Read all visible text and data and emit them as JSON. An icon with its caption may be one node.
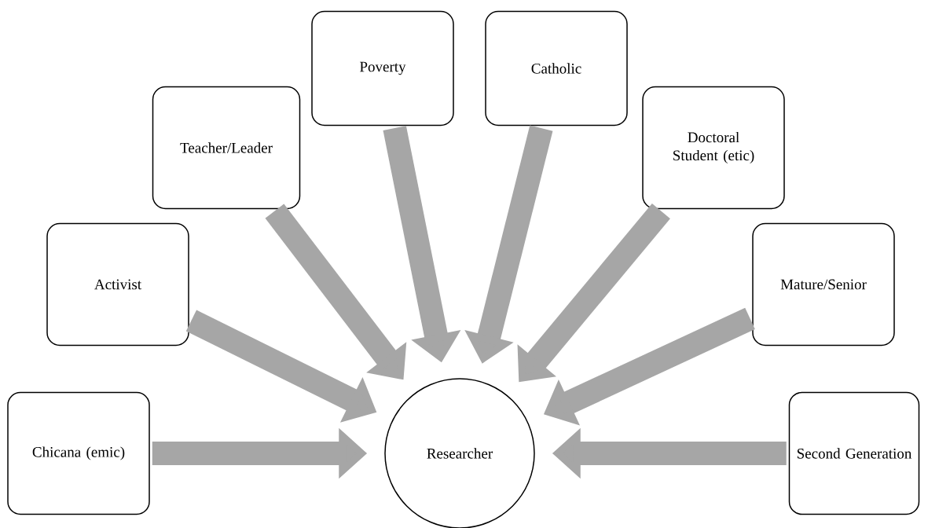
{
  "diagram": {
    "nodes": [
      {
        "text": [
          "Chicana (emic)"
        ]
      },
      {
        "text": [
          "Activist"
        ]
      },
      {
        "text": [
          "Teacher/Leader"
        ]
      },
      {
        "text": [
          "Poverty"
        ]
      },
      {
        "text": [
          "Catholic"
        ]
      },
      {
        "text": [
          "Doctoral Student (etic)"
        ]
      },
      {
        "text": [
          "Mature/Senior"
        ]
      },
      {
        "text": [
          "Second Generation"
        ]
      },
      {
        "text": [
          "Researcher"
        ]
      }
    ],
    "edges": [
      {
        "from": 0,
        "to": 8,
        "arrow": "to"
      },
      {
        "from": 1,
        "to": 8,
        "arrow": "to"
      },
      {
        "from": 2,
        "to": 8,
        "arrow": "to"
      },
      {
        "from": 3,
        "to": 8,
        "arrow": "to"
      },
      {
        "from": 4,
        "to": 8,
        "arrow": "to"
      },
      {
        "from": 5,
        "to": 8,
        "arrow": "to"
      },
      {
        "from": 6,
        "to": 8,
        "arrow": "to"
      },
      {
        "from": 7,
        "to": 8,
        "arrow": "to"
      }
    ]
  }
}
